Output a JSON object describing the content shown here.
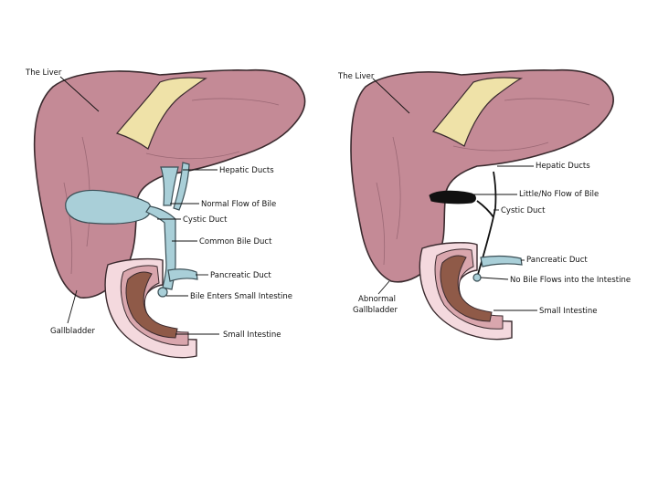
{
  "left_diagram": {
    "liver": "The Liver",
    "hepatic_ducts": "Hepatic Ducts",
    "normal_flow": "Normal Flow of Bile",
    "cystic_duct": "Cystic Duct",
    "common_bile_duct": "Common Bile Duct",
    "pancreatic_duct": "Pancreatic Duct",
    "bile_enters": "Bile Enters Small Intestine",
    "gallbladder": "Gallbladder",
    "small_intestine": "Small Intestine"
  },
  "right_diagram": {
    "liver": "The Liver",
    "hepatic_ducts": "Hepatic Ducts",
    "little_flow": "Little/No Flow of Bile",
    "cystic_duct": "Cystic Duct",
    "pancreatic_duct": "Pancreatic Duct",
    "no_bile": "No Bile Flows into the Intestine",
    "abnormal": "Abnormal",
    "gallbladder": "Gallbladder",
    "small_intestine": "Small Intestine"
  },
  "colors": {
    "liver": "#c48a96",
    "bile_duct": "#a9cfd8",
    "ligament": "#efe2a8",
    "intestine": "#d9a6ad"
  }
}
